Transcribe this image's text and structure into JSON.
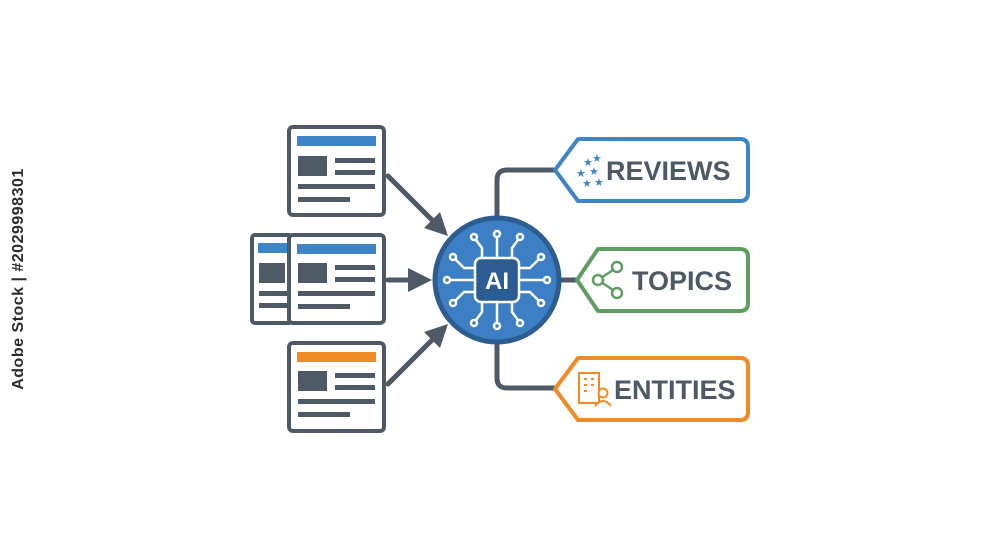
{
  "center": {
    "label": "AI",
    "color": "#3d7fc4",
    "border": "#2b5d92"
  },
  "tags": [
    {
      "label": "REVIEWS",
      "color": "#3d85c6",
      "icon": "stars-icon"
    },
    {
      "label": "TOPICS",
      "color": "#5e9e63",
      "icon": "share-icon"
    },
    {
      "label": "ENTITIES",
      "color": "#f08a24",
      "icon": "building-person-icon"
    }
  ],
  "documents": [
    {
      "accent": "#3d85c6"
    },
    {
      "accent": "#3d85c6"
    },
    {
      "accent": "#f08a24"
    }
  ],
  "colors": {
    "outline": "#4e5966",
    "background": "#ffffff"
  },
  "watermark": {
    "text": "Adobe Stock | #2029998301"
  }
}
